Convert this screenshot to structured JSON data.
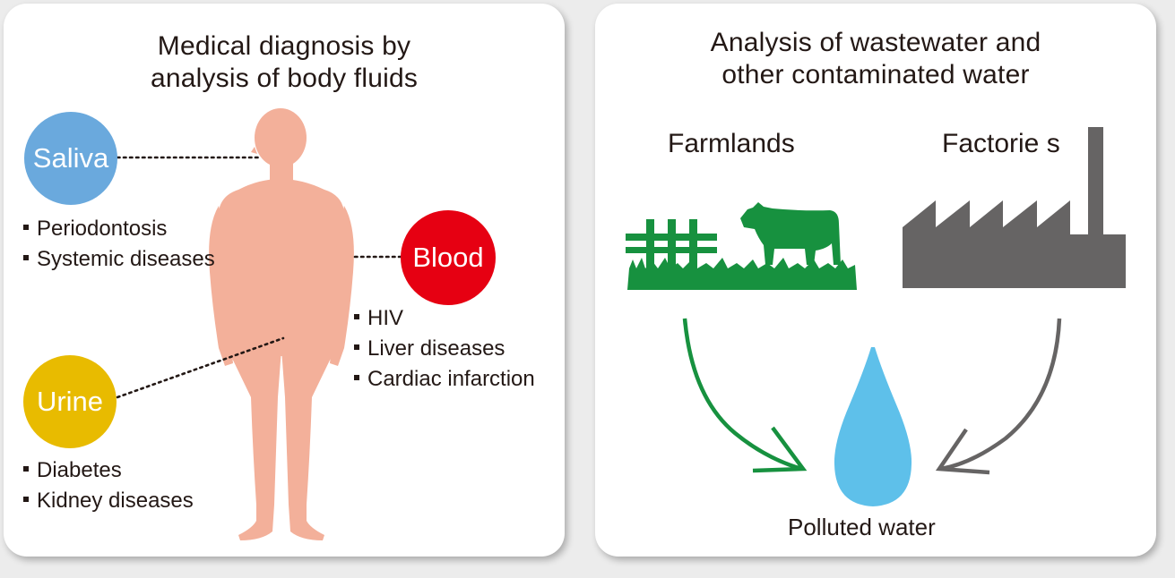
{
  "left_panel": {
    "title_line1": "Medical diagnosis by",
    "title_line2": "analysis of body fluids",
    "saliva": {
      "label": "Saliva",
      "items": [
        "Periodontosis",
        "Systemic diseases"
      ],
      "color": "#6aa9dd"
    },
    "blood": {
      "label": "Blood",
      "items": [
        "HIV",
        "Liver diseases",
        "Cardiac infarction"
      ],
      "color": "#e60012"
    },
    "urine": {
      "label": "Urine",
      "items": [
        "Diabetes",
        "Kidney diseases"
      ],
      "color": "#e8bb00"
    },
    "body_color": "#f3b09a"
  },
  "right_panel": {
    "title_line1": "Analysis of wastewater and",
    "title_line2": "other contaminated water",
    "farmlands_label": "Farmlands",
    "factories_label": "Factorie s",
    "polluted_label": "Polluted water",
    "farm_color": "#17913f",
    "factory_color": "#666464",
    "water_color": "#5ec0ea"
  }
}
